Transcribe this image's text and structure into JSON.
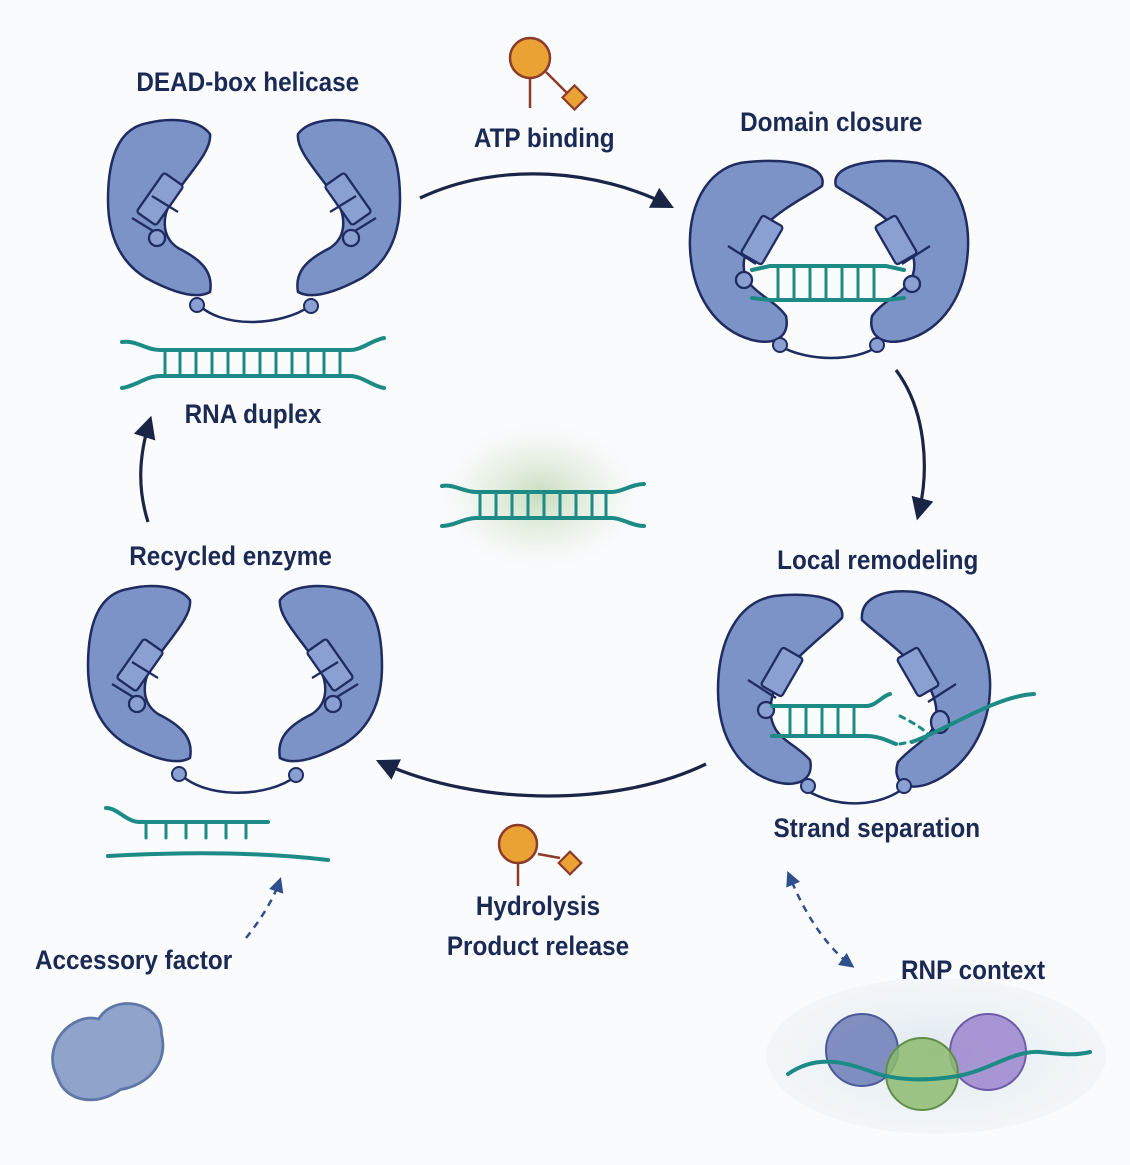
{
  "labels": {
    "dead_box_helicase": "DEAD-box helicase",
    "atp_binding": "ATP binding",
    "domain_closure": "Domain closure",
    "rna_duplex": "RNA duplex",
    "local_remodeling": "Local remodeling",
    "recycled_enzyme": "Recycled enzyme",
    "strand_separation": "Strand separation",
    "hydrolysis": "Hydrolysis",
    "product_release": "Product release",
    "accessory_factor": "Accessory factor",
    "rnp_context": "RNP context"
  },
  "colors": {
    "protein_fill": "#7c93c8",
    "protein_outline": "#1f2c62",
    "rna": "#1c8b86",
    "atp": "#e9a233",
    "arrow": "#1a2447",
    "dashed_arrow": "#2f4f8f",
    "text": "#1b2a55",
    "rnp_blue": "#6c7db6",
    "rnp_green": "#8dbb6e",
    "rnp_purple": "#9b86cc"
  }
}
